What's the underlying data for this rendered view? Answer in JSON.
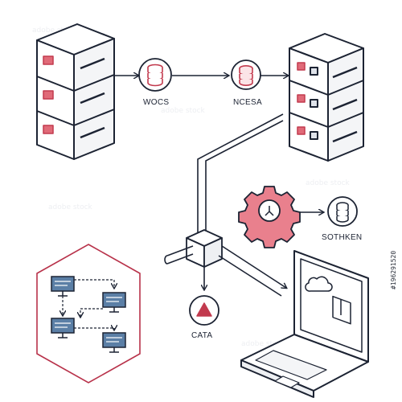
{
  "labels": {
    "left_db": "WOCS",
    "right_db": "NCESA",
    "gear_target": "SOTHKEN",
    "warning": "CATA"
  },
  "watermark": {
    "text": "adobe stock",
    "id": "#196291520"
  },
  "colors": {
    "stroke": "#1c2333",
    "accent": "#e06a78",
    "accent_dark": "#c23a4e",
    "network_frame": "#b8324a",
    "monitor_fill": "#5b7fa6",
    "background": "#ffffff"
  },
  "icons": {
    "left_server": "server-rack-icon",
    "right_server": "server-rack-icon",
    "db_left": "database-icon",
    "db_right": "database-icon",
    "gear": "gear-icon",
    "db_small": "database-icon",
    "hub": "network-hub-icon",
    "warning": "warning-icon",
    "laptop": "laptop-icon",
    "network_diagram": "network-diagram-icon",
    "cloud": "cloud-icon"
  }
}
